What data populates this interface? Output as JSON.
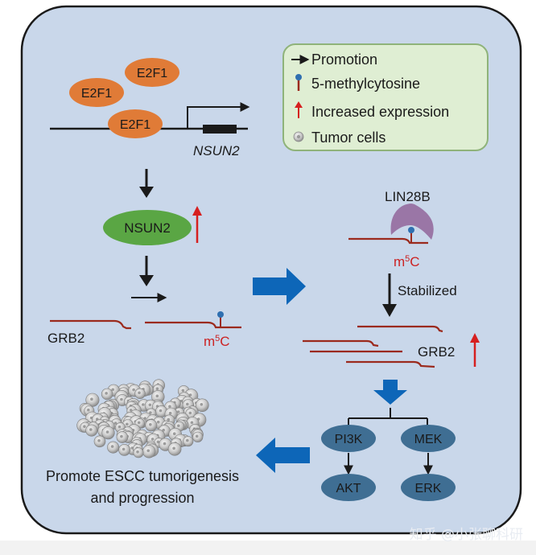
{
  "legend": {
    "items": [
      {
        "label": "Promotion",
        "icon": "black-arrow-icon"
      },
      {
        "label": "5-methylcytosine",
        "icon": "methyl-lollipop-icon"
      },
      {
        "label": "Increased expression",
        "icon": "red-up-arrow-icon"
      },
      {
        "label": "Tumor cells",
        "icon": "tumor-cell-icon"
      }
    ]
  },
  "promoter": {
    "e2f1_labels": [
      "E2F1",
      "E2F1",
      "E2F1"
    ],
    "gene_label": "NSUN2"
  },
  "nsun2_node": {
    "label": "NSUN2"
  },
  "grb2_left": {
    "label": "GRB2"
  },
  "m5c_label_left": {
    "base": "m",
    "sup": "5",
    "tail": "C"
  },
  "lin28b": {
    "label": "LIN28B"
  },
  "m5c_label_right": {
    "base": "m",
    "sup": "5",
    "tail": "C"
  },
  "stabilized": {
    "label": "Stabilized"
  },
  "grb2_right": {
    "label": "GRB2"
  },
  "pathway": {
    "nodes": [
      "PI3K",
      "MEK",
      "AKT",
      "ERK"
    ]
  },
  "outcome": {
    "line1": "Promote ESCC tumorigenesis",
    "line2": "and progression"
  },
  "watermark": {
    "text": "知乎 @小张聊科研"
  },
  "colors": {
    "panel_fill": "#c9d7ea",
    "panel_stroke": "#1a1a1a",
    "legend_fill": "#dfeed3",
    "legend_stroke": "#8fb37a",
    "e2f1_fill": "#e07b37",
    "nsun2_fill": "#5aa644",
    "node_fill": "#3f6e93",
    "lin28b_fill": "#9a76a6",
    "rna_color": "#9b2a1d",
    "m5c_color": "#cc2222",
    "blue_arrow": "#0d66b8",
    "red_arrow": "#d61f1f",
    "methyl_dot": "#2f6fb0"
  }
}
